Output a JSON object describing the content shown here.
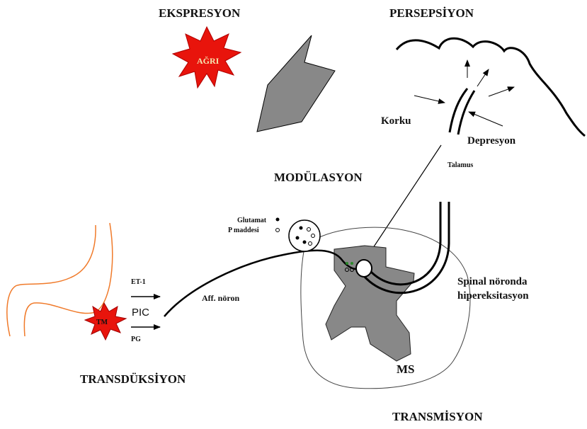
{
  "stages": {
    "expression": "EKSPRESYON",
    "perception": "PERSEPSİYON",
    "modulation": "MODÜLASYON",
    "transduction": "TRANSDÜKSİYON",
    "transmission": "TRANSMİSYON"
  },
  "labels": {
    "pain_star": "AĞRI",
    "fear": "Korku",
    "depression": "Depresyon",
    "thalamus": "Talamus",
    "glutamate": "Glutamat",
    "substance_p": "P maddesi",
    "afferent_neuron": "Aff. nöron",
    "spinal_line1": "Spinal nöronda",
    "spinal_line2": "hipereksitasyon",
    "spinal_cord": "MS",
    "et1": "ET-1",
    "pic": "PIC",
    "pg": "PG",
    "tumor": "TM"
  },
  "colors": {
    "star_fill": "#e8140c",
    "gray_matter": "#888888",
    "tissue_outline": "#f07a2a",
    "line": "#000000"
  }
}
